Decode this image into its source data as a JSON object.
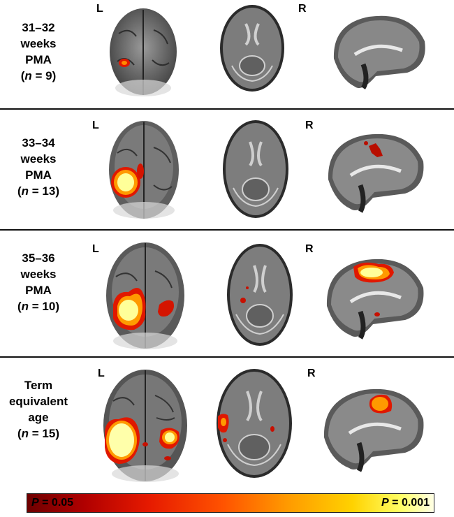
{
  "rows": [
    {
      "label": [
        "31–32",
        "weeks",
        "PMA"
      ],
      "n_label": "n",
      "n_value": "= 9)",
      "left_marker": "L",
      "right_marker": "R"
    },
    {
      "label": [
        "33–34",
        "weeks",
        "PMA"
      ],
      "n_label": "n",
      "n_value": "= 13)",
      "left_marker": "L",
      "right_marker": "R"
    },
    {
      "label": [
        "35–36",
        "weeks",
        "PMA"
      ],
      "n_label": "n",
      "n_value": "= 10)",
      "left_marker": "L",
      "right_marker": "R"
    },
    {
      "label": [
        "Term",
        "equivalent",
        "age"
      ],
      "n_label": "n",
      "n_value": "= 15)",
      "left_marker": "L",
      "right_marker": "R"
    }
  ],
  "colorbar": {
    "low_p": "P",
    "low_value": "= 0.05",
    "high_p": "P",
    "high_value": "= 0.001",
    "colors": [
      "#6e0000",
      "#e61a00",
      "#ff9a00",
      "#ffff66",
      "#ffffe6"
    ]
  },
  "icons": [
    "brain-axial-surface-icon",
    "brain-axial-slice-icon",
    "brain-sagittal-slice-icon"
  ]
}
